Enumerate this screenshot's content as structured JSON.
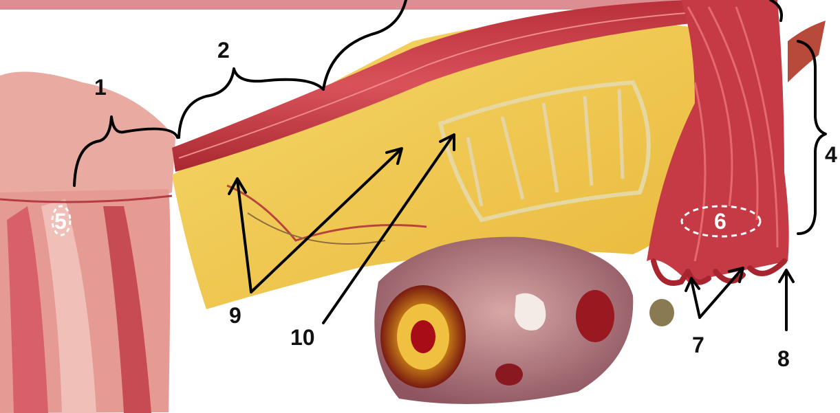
{
  "figure": {
    "subject": "female reproductive organ cross-section (fallopian tube, ovary, mesosalpinx)",
    "colors": {
      "top_banner": "#dc8e92",
      "tissue_red": "#c8404a",
      "tissue_pink": "#e7a8a0",
      "fat_yellow": "#f2c84c",
      "ovary_mauve": "#b57f86",
      "label_ink": "#111111",
      "callout_white": "#ffffff"
    }
  },
  "labels": {
    "l1": "1",
    "l2": "2",
    "l4": "4",
    "l5": "5",
    "l6": "6",
    "l7": "7",
    "l8": "8",
    "l9": "9",
    "l10": "10"
  }
}
